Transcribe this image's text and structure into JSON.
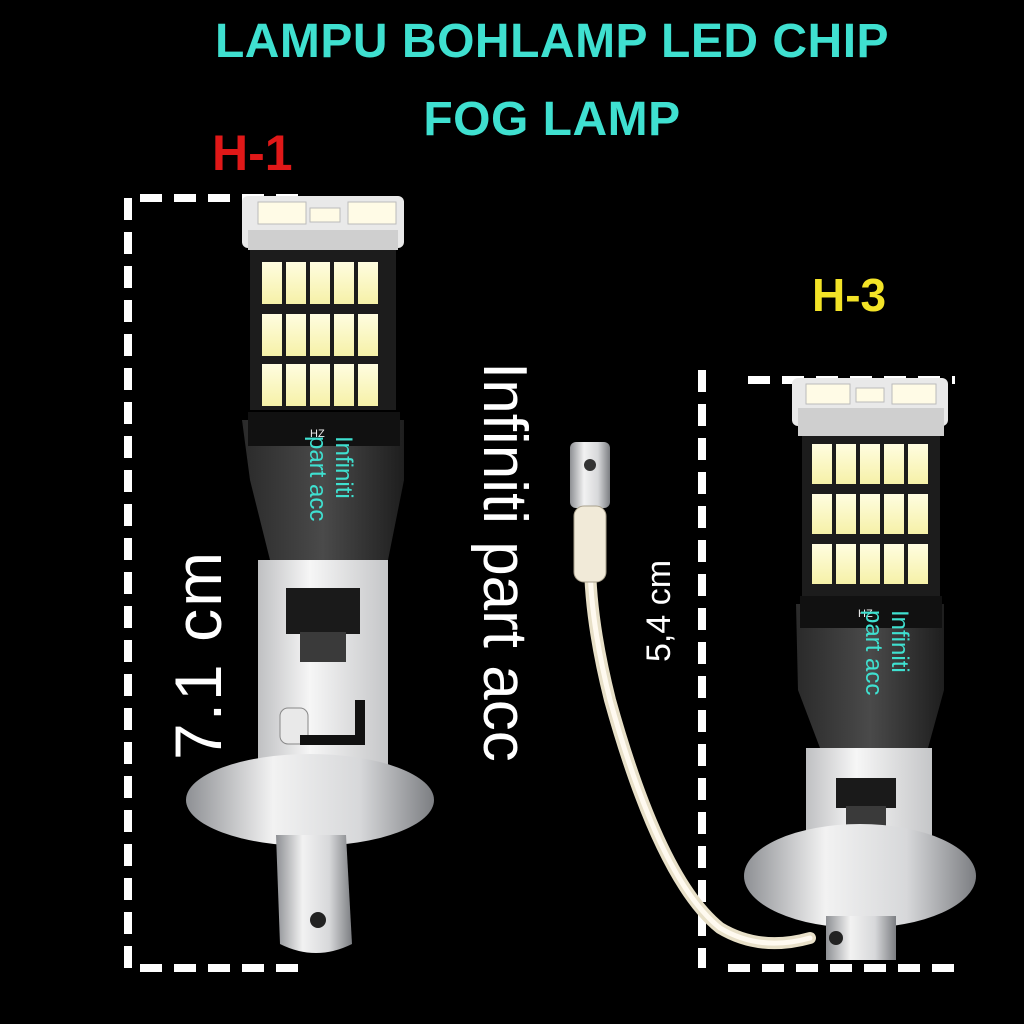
{
  "title_line1": "LAMPU BOHLAMP LED CHIP",
  "title_line2": "FOG LAMP",
  "bulb_left": {
    "label": "H-1",
    "label_color": "#e01818",
    "height_label": "7.1 cm",
    "chip_text": "HZ"
  },
  "bulb_right": {
    "label": "H-3",
    "label_color": "#f3e327",
    "height_label": "5,4 cm",
    "chip_text": "HZ"
  },
  "watermark_big": "Infiniti part acc",
  "watermark_small": {
    "line1": "Infiniti",
    "line2": "part acc"
  },
  "colors": {
    "title": "#3fe0d0",
    "background": "#000000"
  }
}
